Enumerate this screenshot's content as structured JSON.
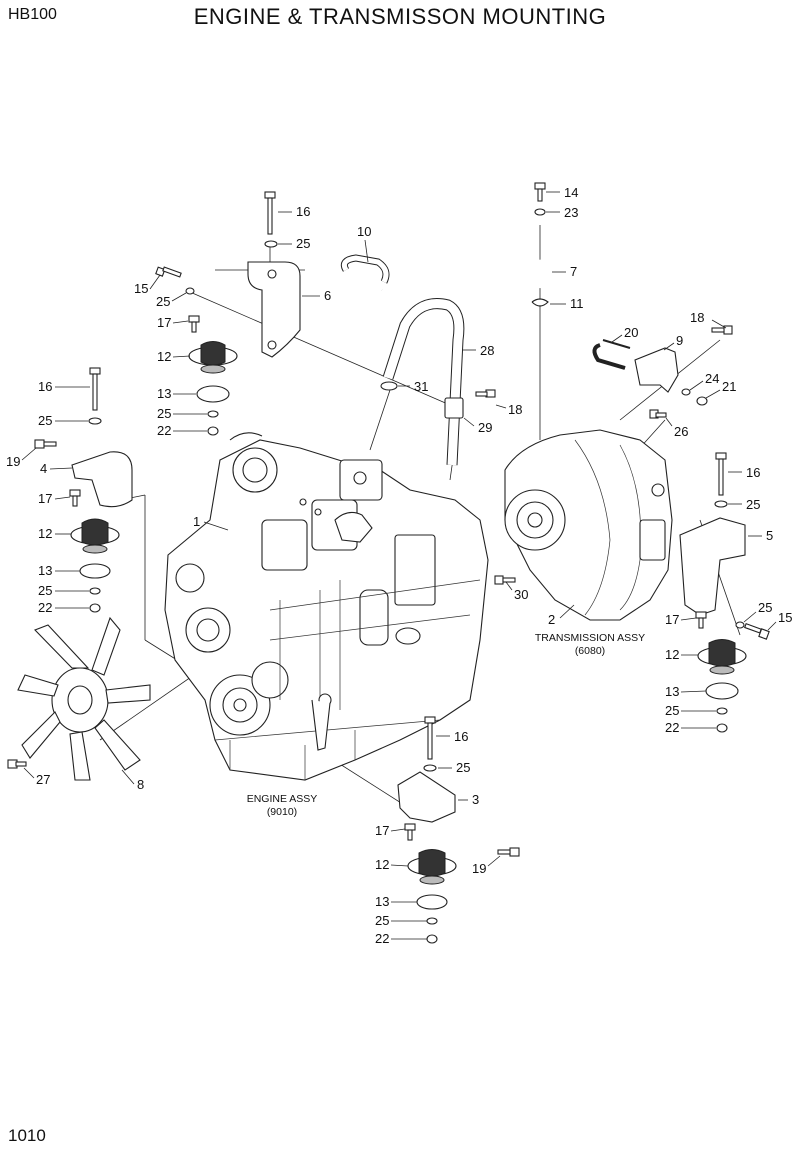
{
  "header": {
    "model": "HB100",
    "title": "ENGINE & TRANSMISSON MOUNTING"
  },
  "page_number": "1010",
  "captions": {
    "engine": {
      "name": "ENGINE ASSY",
      "code": "(9010)"
    },
    "transmission": {
      "name": "TRANSMISSION ASSY",
      "code": "(6080)"
    }
  },
  "callouts": [
    "16",
    "25",
    "6",
    "15",
    "25",
    "17",
    "12",
    "13",
    "25",
    "22",
    "14",
    "23",
    "7",
    "11",
    "10",
    "28",
    "31",
    "18",
    "29",
    "20",
    "9",
    "18",
    "24",
    "21",
    "26",
    "16",
    "25",
    "19",
    "4",
    "17",
    "12",
    "13",
    "25",
    "22",
    "1",
    "30",
    "2",
    "16",
    "25",
    "5",
    "25",
    "15",
    "17",
    "12",
    "13",
    "25",
    "22",
    "27",
    "8",
    "16",
    "25",
    "3",
    "17",
    "12",
    "19",
    "13",
    "25",
    "22"
  ]
}
